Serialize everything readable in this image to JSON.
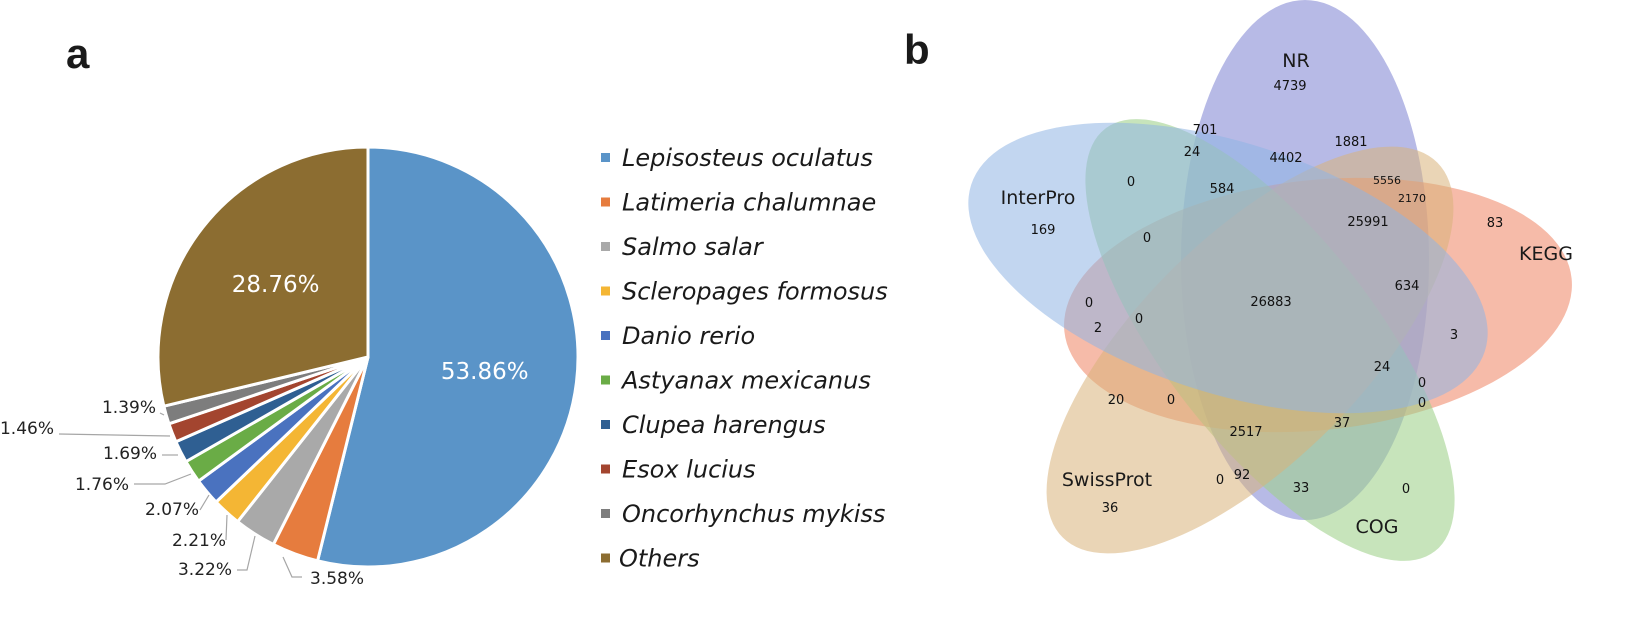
{
  "panels": {
    "a": "a",
    "b": "b"
  },
  "chart_data": [
    {
      "type": "pie",
      "slices": [
        {
          "label": "Lepisosteus oculatus",
          "value": 53.86,
          "text": "53.86%",
          "color": "#5a94c8"
        },
        {
          "label": "Latimeria chalumnae",
          "value": 3.58,
          "text": "3.58%",
          "color": "#e67c3e"
        },
        {
          "label": "Salmo salar",
          "value": 3.22,
          "text": "3.22%",
          "color": "#a9a9a9"
        },
        {
          "label": "Scleropages formosus",
          "value": 2.21,
          "text": "2.21%",
          "color": "#f4b634"
        },
        {
          "label": "Danio rerio",
          "value": 2.07,
          "text": "2.07%",
          "color": "#4a72bf"
        },
        {
          "label": "Astyanax mexicanus",
          "value": 1.76,
          "text": "1.76%",
          "color": "#6aac46"
        },
        {
          "label": "Clupea harengus",
          "value": 1.69,
          "text": "1.69%",
          "color": "#2f5f92"
        },
        {
          "label": "Esox lucius",
          "value": 1.46,
          "text": "1.46%",
          "color": "#a3452f"
        },
        {
          "label": "Oncorhynchus mykiss",
          "value": 1.39,
          "text": "1.39%",
          "color": "#7d7d7d"
        },
        {
          "label": "Others",
          "value": 28.76,
          "text": "28.76%",
          "color": "#8c6d31"
        }
      ],
      "legend_position": "right"
    },
    {
      "type": "venn",
      "sets": [
        {
          "name": "NR",
          "unique": "4739",
          "color": "#8a8fd6"
        },
        {
          "name": "KEGG",
          "unique": "83",
          "color": "#f08a6a"
        },
        {
          "name": "COG",
          "unique": "0",
          "color": "#9fd08a"
        },
        {
          "name": "SwissProt",
          "unique": "36",
          "color": "#d9b27a"
        },
        {
          "name": "InterPro",
          "unique": "169",
          "color": "#8fb4e3"
        }
      ],
      "region_values": [
        "701",
        "24",
        "4402",
        "1881",
        "5556",
        "2170",
        "0",
        "584",
        "25991",
        "0",
        "634",
        "0",
        "2",
        "0",
        "26883",
        "3",
        "24",
        "0",
        "0",
        "20",
        "0",
        "2517",
        "37",
        "0",
        "92",
        "33"
      ]
    }
  ]
}
